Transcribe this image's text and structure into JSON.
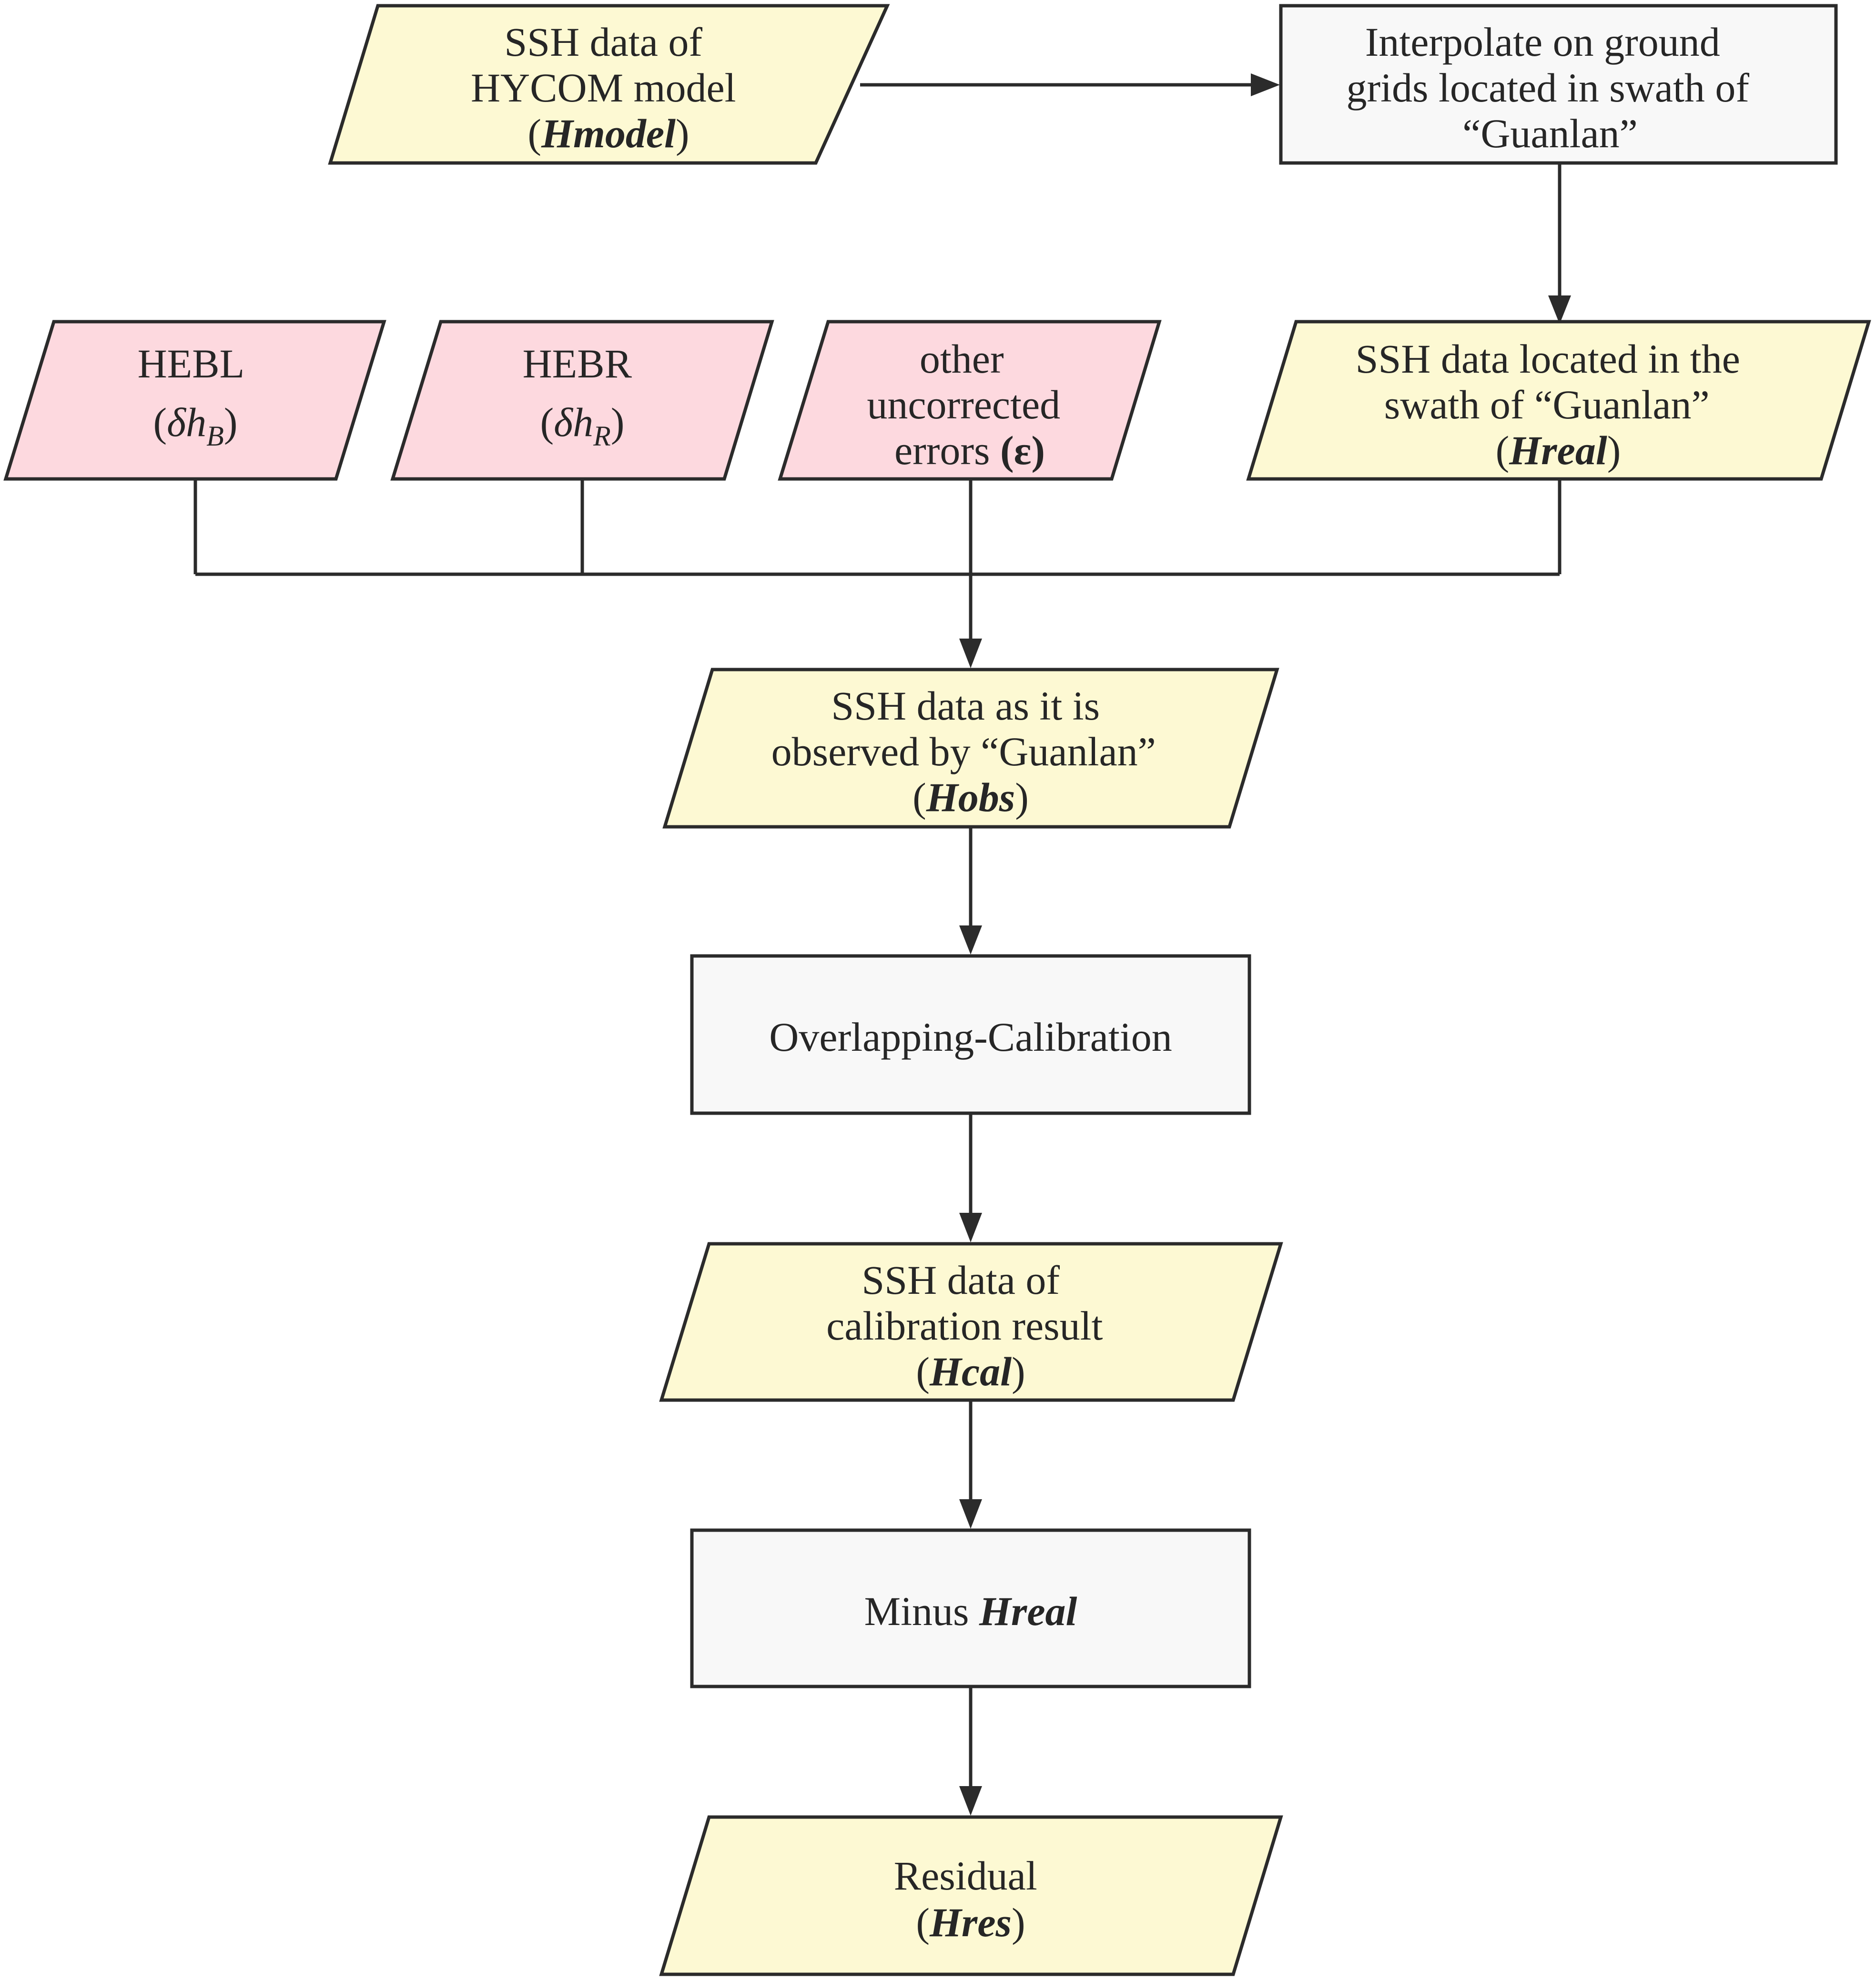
{
  "nodes": {
    "hmodel": {
      "line1": "SSH data of",
      "line2": "HYCOM model",
      "open": "(",
      "symbol": "Hmodel",
      "close": ")"
    },
    "interpolate": {
      "line1": "Interpolate on ground",
      "line2": "grids located in swath of",
      "line3": "“Guanlan”"
    },
    "hebl": {
      "line1": "HEBL",
      "open": "(",
      "delta": "δ",
      "var": "h",
      "sub": "B",
      "close": ")"
    },
    "hebr": {
      "line1": "HEBR",
      "open": "(",
      "delta": "δ",
      "var": "h",
      "sub": "R",
      "close": ")"
    },
    "other_errors": {
      "line1": "other",
      "line2": "uncorrected",
      "line3_prefix": "errors ",
      "symbol": "(ε)"
    },
    "hreal": {
      "line1": "SSH data located in the",
      "line2": "swath of “Guanlan”",
      "open": "(",
      "symbol": "Hreal",
      "close": ")"
    },
    "hobs": {
      "line1": "SSH data as it is",
      "line2": "observed by “Guanlan”",
      "open": "(",
      "symbol": "Hobs",
      "close": ")"
    },
    "calibration": {
      "label": "Overlapping-Calibration"
    },
    "hcal": {
      "line1": "SSH data of",
      "line2": "calibration result",
      "open": "(",
      "symbol": "Hcal",
      "close": ")"
    },
    "minus": {
      "prefix": "Minus ",
      "symbol": "Hreal"
    },
    "hres": {
      "line1": "Residual",
      "open": "(",
      "symbol": "Hres",
      "close": ")"
    }
  },
  "colors": {
    "data_fill": "#fdf9d3",
    "error_fill": "#fdd9df",
    "process_fill": "#f8f8f8",
    "stroke": "#2b2b2b",
    "text": "#262626"
  },
  "shapes": {
    "data": "parallelogram",
    "error": "parallelogram",
    "process": "rectangle"
  }
}
